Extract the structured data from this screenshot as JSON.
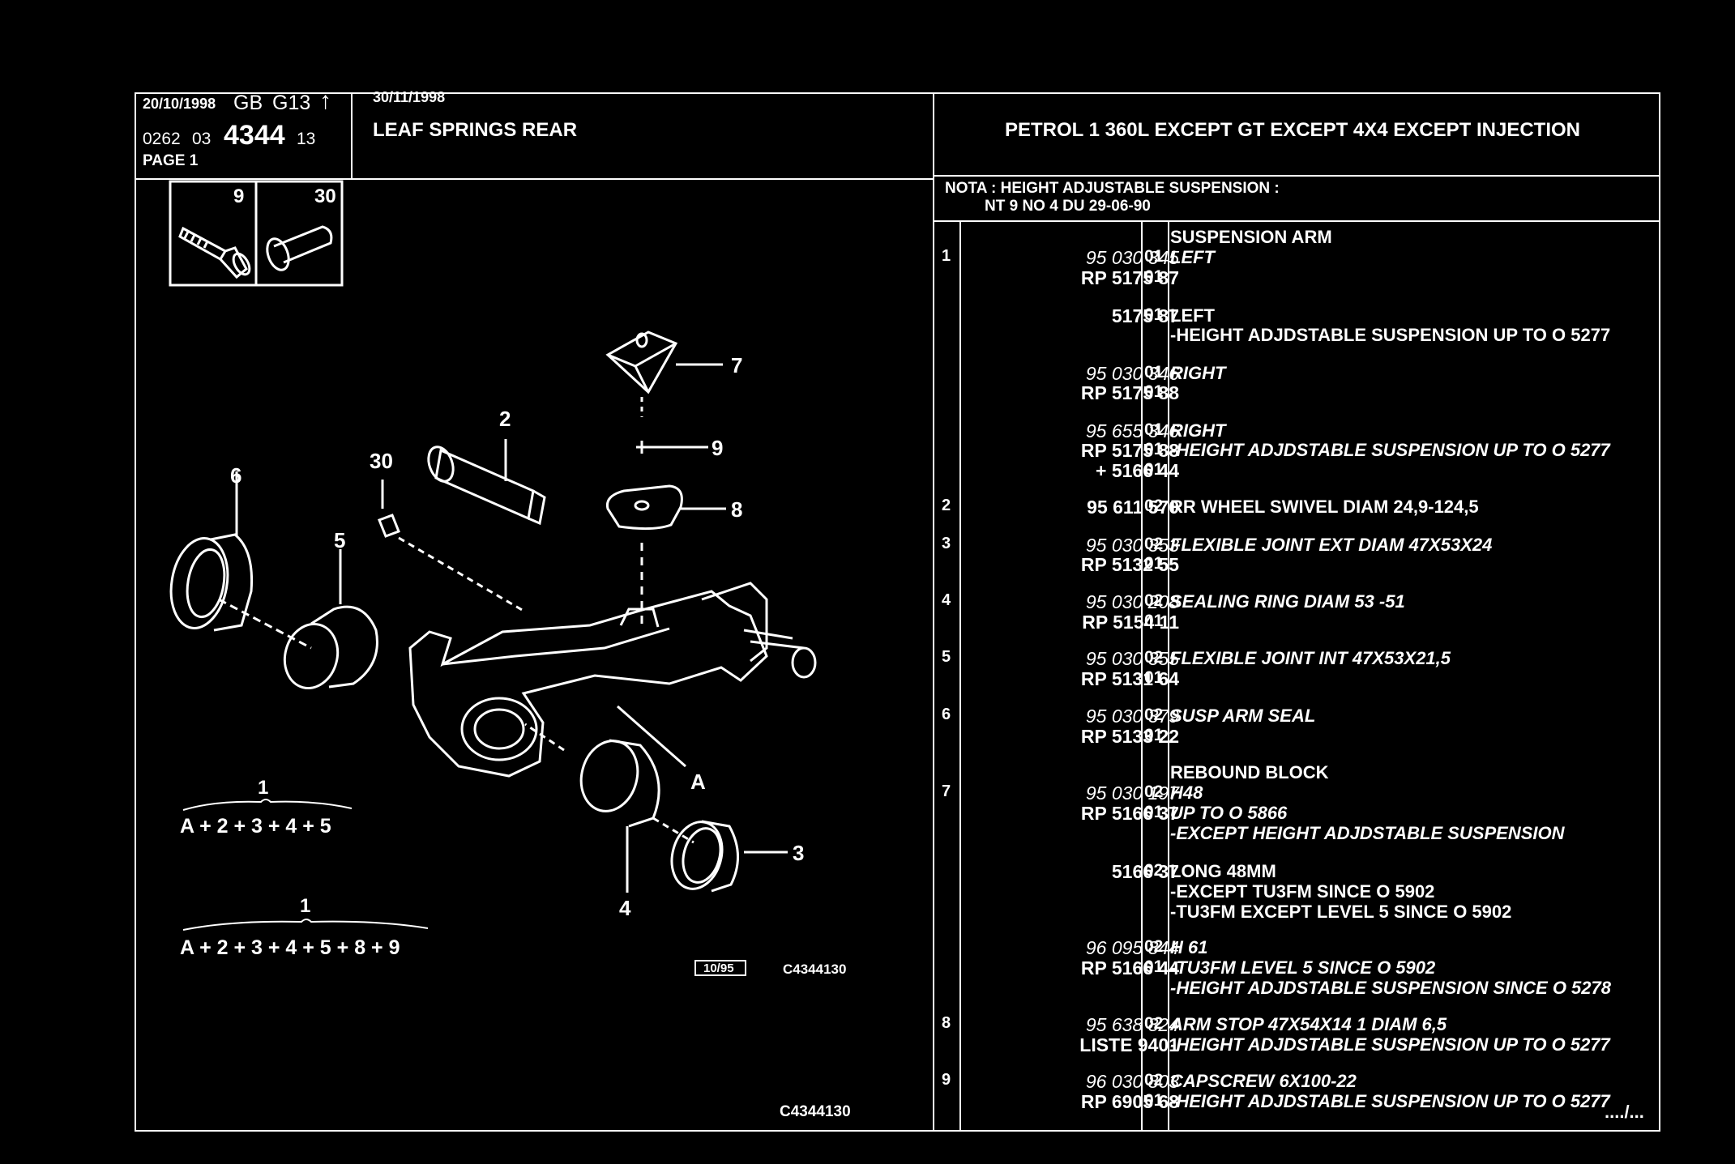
{
  "header": {
    "date1": "20/10/1998",
    "country": "GB",
    "code": "G13",
    "arrow": "↑",
    "ref_a": "0262",
    "ref_b": "03",
    "ref_main": "4344",
    "ref_c": "13",
    "page": "PAGE 1",
    "date2": "30/11/1998",
    "title": "LEAF SPRINGS REAR",
    "applicability": "PETROL 1 360L EXCEPT GT EXCEPT 4X4 EXCEPT INJECTION"
  },
  "nota": {
    "line1": "NOTA : HEIGHT ADJUSTABLE SUSPENSION :",
    "line2": "NT 9 NO 4 DU 29-06-90"
  },
  "inset": {
    "left_num": "9",
    "right_num": "30"
  },
  "diagram": {
    "callouts": [
      "7",
      "9",
      "2",
      "8",
      "30",
      "6",
      "5",
      "A",
      "3",
      "4"
    ],
    "formula1_num": "1",
    "formula1": "A + 2 + 3 + 4 + 5",
    "formula2_num": "1",
    "formula2": "A + 2 + 3 + 4 + 5 + 8 + 9",
    "stamp": "10/95",
    "ref1": "C4344130",
    "ref2": "C4344130"
  },
  "parts": [
    {
      "num": "",
      "pn": "",
      "qty": "",
      "desc": "SUSPENSION ARM",
      "italic": false
    },
    {
      "num": "1",
      "pn": "95 030 345",
      "qty": "01",
      "desc": "LEFT",
      "italic": true
    },
    {
      "num": "",
      "pn": "RP  5175 87",
      "qty": "01",
      "desc": "",
      "italic": false
    },
    {
      "num": "",
      "pn": "5175 87",
      "qty": "01",
      "desc": "LEFT",
      "italic": false
    },
    {
      "num": "",
      "pn": "",
      "qty": "",
      "desc": "-HEIGHT ADJDSTABLE SUSPENSION UP TO O 5277",
      "italic": false
    },
    {
      "num": "",
      "pn": "95 030 346",
      "qty": "01",
      "desc": "RIGHT",
      "italic": true
    },
    {
      "num": "",
      "pn": "RP  5175 88",
      "qty": "01",
      "desc": "",
      "italic": false
    },
    {
      "num": "",
      "pn": "95 655 346",
      "qty": "01",
      "desc": "RIGHT",
      "italic": true
    },
    {
      "num": "",
      "pn": "RP  5175 88",
      "qty": "01",
      "desc": "-HEIGHT ADJDSTABLE SUSPENSION UP TO O 5277",
      "italic": true
    },
    {
      "num": "",
      "pn": "+  5166 44",
      "qty": "01",
      "desc": "",
      "italic": false
    },
    {
      "num": "2",
      "pn": "95 611 570",
      "qty": "02",
      "desc": "RR WHEEL SWIVEL DIAM 24,9-124,5",
      "italic": false
    },
    {
      "num": "3",
      "pn": "95 030 353",
      "qty": "02",
      "desc": "FLEXIBLE JOINT EXT DIAM 47X53X24",
      "italic": true
    },
    {
      "num": "",
      "pn": "RP  5132 55",
      "qty": "01",
      "desc": "",
      "italic": false
    },
    {
      "num": "4",
      "pn": "95 030 208",
      "qty": "02",
      "desc": "SEALING RING DIAM 53 -51",
      "italic": true
    },
    {
      "num": "",
      "pn": "RP  5154 11",
      "qty": "01",
      "desc": "",
      "italic": false
    },
    {
      "num": "5",
      "pn": "95 030 355",
      "qty": "02",
      "desc": "FLEXIBLE JOINT INT 47X53X21,5",
      "italic": true
    },
    {
      "num": "",
      "pn": "RP  5131 64",
      "qty": "01",
      "desc": "",
      "italic": false
    },
    {
      "num": "6",
      "pn": "95 030 379",
      "qty": "02",
      "desc": "SUSP ARM SEAL",
      "italic": true
    },
    {
      "num": "",
      "pn": "RP  5133 22",
      "qty": "01",
      "desc": "",
      "italic": false
    },
    {
      "num": "",
      "pn": "",
      "qty": "",
      "desc": "REBOUND BLOCK",
      "italic": false
    },
    {
      "num": "7",
      "pn": "95 030 197",
      "qty": "02",
      "desc": "H48",
      "italic": true
    },
    {
      "num": "",
      "pn": "RP  5166 37",
      "qty": "01",
      "desc": "UP TO O 5866",
      "italic": true
    },
    {
      "num": "",
      "pn": "",
      "qty": "",
      "desc": "-EXCEPT HEIGHT ADJDSTABLE SUSPENSION",
      "italic": true
    },
    {
      "num": "",
      "pn": "5166 37",
      "qty": "02",
      "desc": "LONG 48MM",
      "italic": false
    },
    {
      "num": "",
      "pn": "",
      "qty": "",
      "desc": "-EXCEPT TU3FM SINCE O 5902",
      "italic": false
    },
    {
      "num": "",
      "pn": "",
      "qty": "",
      "desc": "-TU3FM EXCEPT LEVEL 5 SINCE O 5902",
      "italic": false
    },
    {
      "num": "",
      "pn": "96 095 844",
      "qty": "02",
      "desc": "H 61",
      "italic": true
    },
    {
      "num": "",
      "pn": "RP  5166 44",
      "qty": "01",
      "desc": "-TU3FM LEVEL 5 SINCE O 5902",
      "italic": true
    },
    {
      "num": "",
      "pn": "",
      "qty": "",
      "desc": "-HEIGHT ADJDSTABLE SUSPENSION SINCE O 5278",
      "italic": true
    },
    {
      "num": "8",
      "pn": "95 638 824",
      "qty": "02",
      "desc": "ARM STOP 47X54X14 1 DIAM 6,5",
      "italic": true
    },
    {
      "num": "",
      "pn": "LISTE 9401",
      "qty": "",
      "desc": "-HEIGHT ADJDSTABLE SUSPENSION UP TO O 5277",
      "italic": true
    },
    {
      "num": "9",
      "pn": "96 030 803",
      "qty": "02",
      "desc": "CAPSCREW 6X100-22",
      "italic": true
    },
    {
      "num": "",
      "pn": "RP  6905 68",
      "qty": "01",
      "desc": "-HEIGHT ADJDSTABLE SUSPENSION UP TO O 5277",
      "italic": true
    }
  ],
  "continuation": "..../..."
}
